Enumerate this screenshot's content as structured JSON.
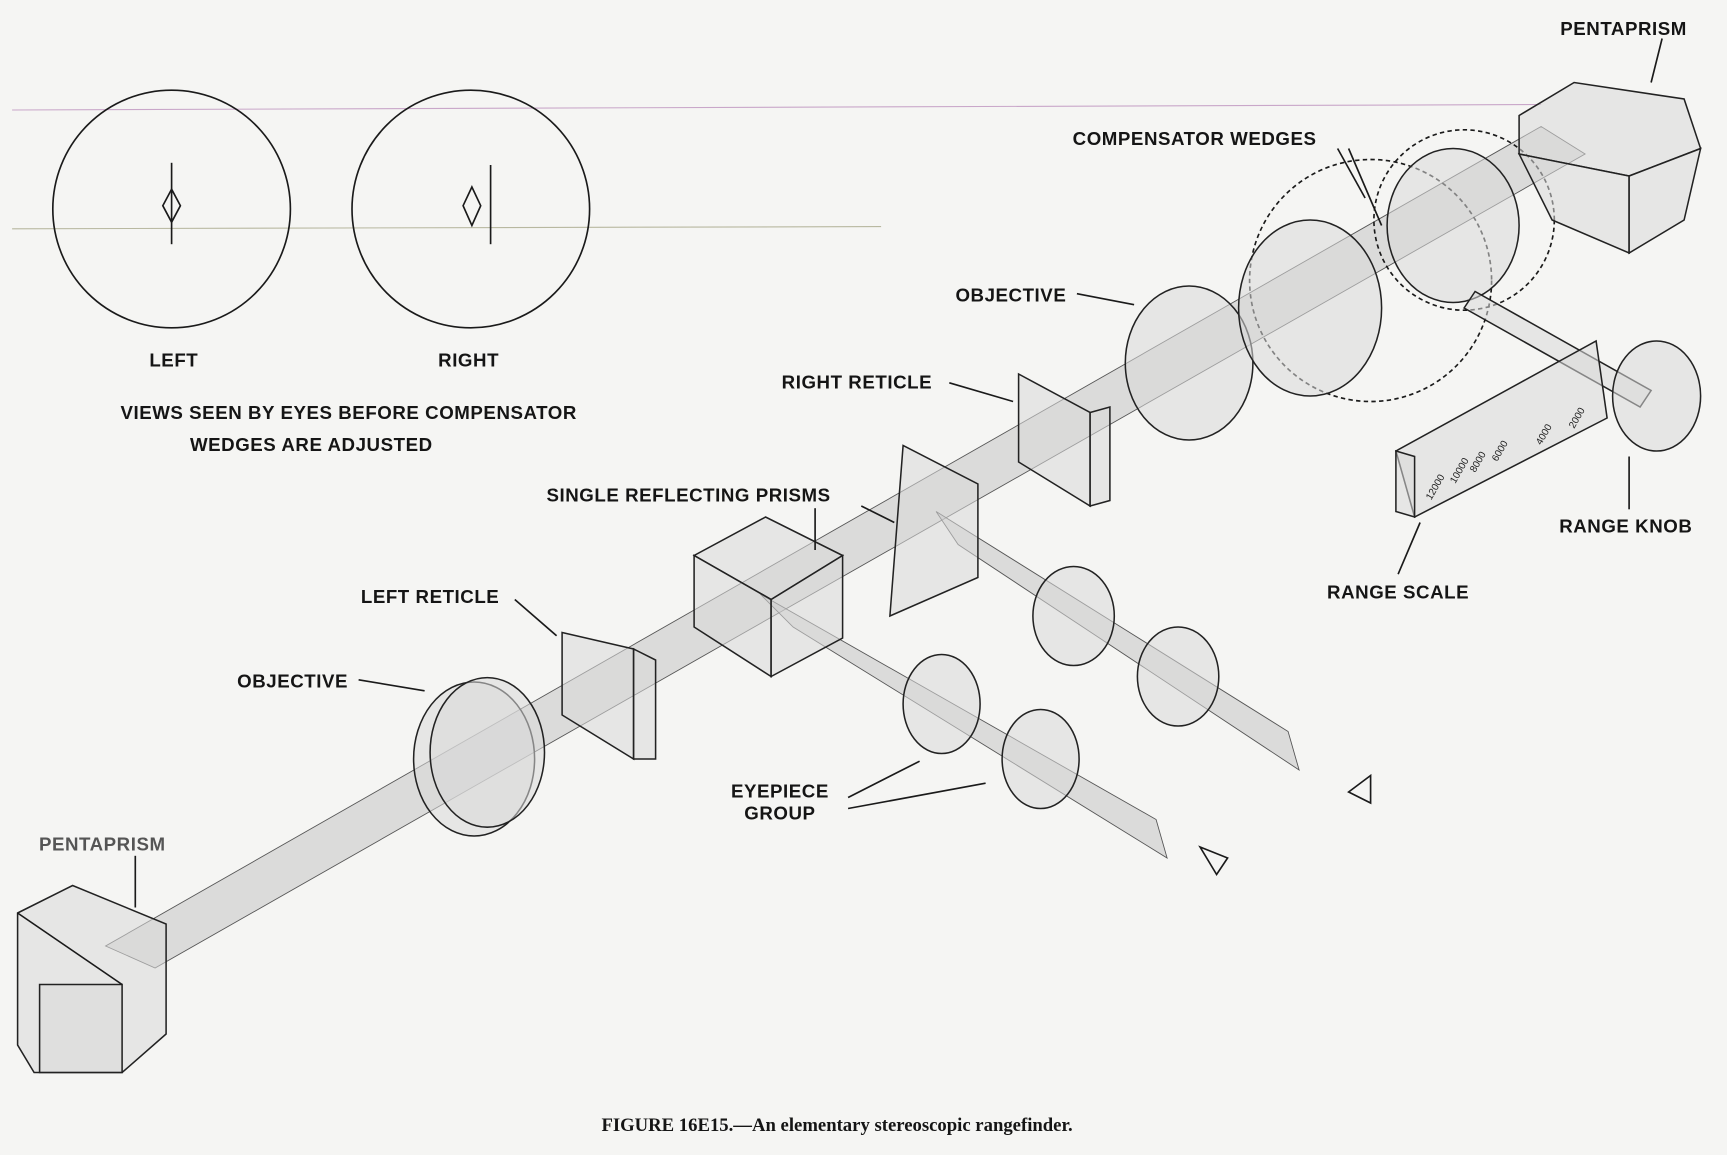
{
  "figure": {
    "caption": "FIGURE 16E15.—An elementary stereoscopic rangefinder.",
    "views": {
      "left_label": "LEFT",
      "right_label": "RIGHT",
      "note_line1": "VIEWS SEEN BY EYES BEFORE COMPENSATOR",
      "note_line2": "WEDGES ARE ADJUSTED"
    },
    "labels": {
      "pentaprism_right": "PENTAPRISM",
      "compensator_wedges": "COMPENSATOR WEDGES",
      "objective_right": "OBJECTIVE",
      "right_reticle": "RIGHT RETICLE",
      "single_reflecting_prisms": "SINGLE REFLECTING PRISMS",
      "left_reticle": "LEFT RETICLE",
      "objective_left": "OBJECTIVE",
      "eyepiece_group_1": "EYEPIECE",
      "eyepiece_group_2": "GROUP",
      "pentaprism_left": "PENTAPRISM",
      "range_scale": "RANGE SCALE",
      "range_knob": "RANGE KNOB"
    },
    "range_scale_ticks": [
      "12000",
      "10000",
      "8000",
      "6000",
      "4000",
      "2000"
    ]
  }
}
